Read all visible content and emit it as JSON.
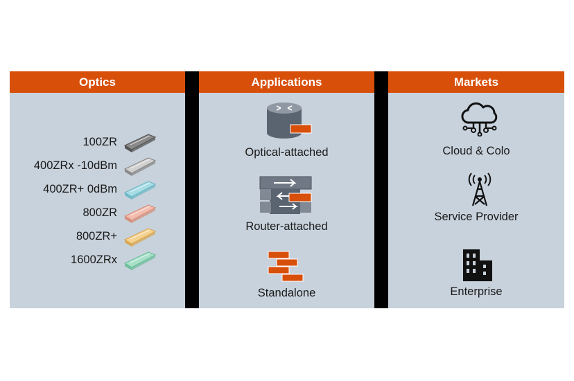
{
  "panels": {
    "optics": {
      "title": "Optics",
      "items": [
        {
          "label": "100ZR",
          "color": "#8a8a8a",
          "dark": "#555555"
        },
        {
          "label": "400ZRx -10dBm",
          "color": "#d0d0d0",
          "dark": "#8a8a8a"
        },
        {
          "label": "400ZR+ 0dBm",
          "color": "#a8dde6",
          "dark": "#6fb8c6"
        },
        {
          "label": "800ZR",
          "color": "#f2bcae",
          "dark": "#d4907e"
        },
        {
          "label": "800ZR+",
          "color": "#f6d290",
          "dark": "#d8a856"
        },
        {
          "label": "1600ZRx",
          "color": "#a8e0c8",
          "dark": "#6fbe9c"
        }
      ]
    },
    "applications": {
      "title": "Applications",
      "items": [
        {
          "label": "Optical-attached",
          "icon": "router-cylinder-icon"
        },
        {
          "label": "Router-attached",
          "icon": "switch-stack-icon"
        },
        {
          "label": "Standalone",
          "icon": "stacked-modules-icon"
        }
      ]
    },
    "markets": {
      "title": "Markets",
      "items": [
        {
          "label": "Cloud & Colo",
          "icon": "cloud-network-icon"
        },
        {
          "label": "Service Provider",
          "icon": "radio-tower-icon"
        },
        {
          "label": "Enterprise",
          "icon": "office-building-icon"
        }
      ]
    }
  },
  "colors": {
    "header": "#d84f0a",
    "panel": "#c8d2dc",
    "divider": "#000000",
    "accent": "#d84f0a",
    "icon_gray": "#5a6370"
  }
}
